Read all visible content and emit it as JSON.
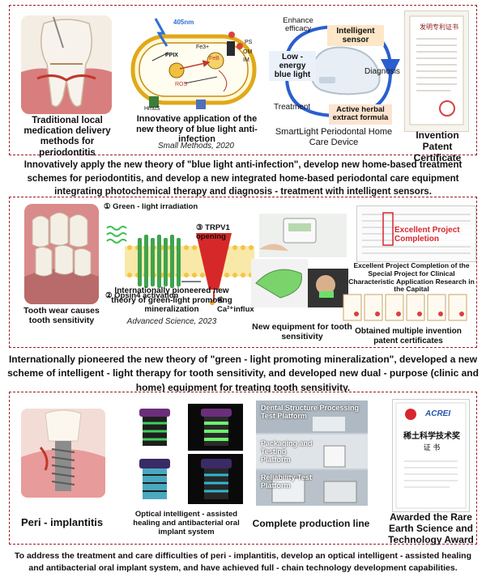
{
  "panel1": {
    "tooth_caption": "Traditional local medication delivery methods for periodontitis",
    "cell_caption": "Innovative application of the new theory of blue light anti-infection",
    "cell_journal": "Small Methods, 2020",
    "cell_labels": {
      "wavelength": "405nm",
      "fe_label": "FeB",
      "ppix": "PPIX",
      "im": "IM",
      "om": "OM",
      "ps": "PS",
      "hmub": "HmuS",
      "fe2": "Fe3+",
      "ros": "ROS"
    },
    "device": {
      "enhance": "Enhance efficacy",
      "intelligent_sensor": "Intelligent sensor",
      "low_energy": "Low - energy blue light",
      "diagnosis": "Diagnosis",
      "treatment": "Treatment",
      "herbal": "Active herbal extract formula",
      "caption": "SmartLight Periodontal Home Care Device"
    },
    "patent_caption": "Invention Patent Certificate",
    "patent_title": "发明专利证书"
  },
  "caption1": "Innovatively apply the new theory of \"blue light anti-infection\", develop new home-based treatment schemes for periodontitis, and develop a new integrated home-based periodontal care equipment integrating photochemical therapy and diagnosis - treatment with intelligent sensors.",
  "panel2": {
    "tooth_caption": "Tooth wear causes tooth sensitivity",
    "step1": "① Green - light irradiation",
    "step2": "② Opsin4 activation",
    "step3": "③ TRPV1 opening",
    "step4": "④ Ca²⁺influx",
    "theory_caption": "Internationally pioneered new theory of green-light promoting mineralization",
    "theory_journal": "Advanced Science, 2023",
    "equipment_caption": "New equipment for tooth sensitivity",
    "excellent_badge": "Excellent Project Completion",
    "excellent_caption": "Excellent Project Completion of the Special Project for Clinical Characteristic Application Research in the Capital",
    "certs_caption": "Obtained multiple invention patent certificates"
  },
  "caption2": "Internationally pioneered the new theory of \"green - light promoting mineralization\", developed a new scheme of intelligent - light therapy for tooth sensitivity, and developed new dual - purpose (clinic and home) equipment for treating tooth sensitivity.",
  "panel3": {
    "implant_caption": "Peri - implantitis",
    "optical_caption": "Optical intelligent - assisted healing and antibacterial oral implant system",
    "line_caption": "Complete production line",
    "line_tags": [
      "Dental Structure Processing Test Platform",
      "Packaging and Testing Platform",
      "Reliability Test Platform"
    ],
    "award_caption": "Awarded the Rare Earth Science and Technology Award",
    "award_logo": "ACREI",
    "award_title": "稀土科学技术奖",
    "award_sub": "证 书"
  },
  "caption3": "To address the treatment and care difficulties of peri - implantitis, develop an optical intelligent - assisted healing and antibacterial oral implant system, and have achieved full - chain technology development capabilities.",
  "colors": {
    "border": "#9c1c28",
    "blue_light": "#2f6fd6",
    "green_light": "#3dbf55",
    "red_badge": "#d8262e"
  }
}
